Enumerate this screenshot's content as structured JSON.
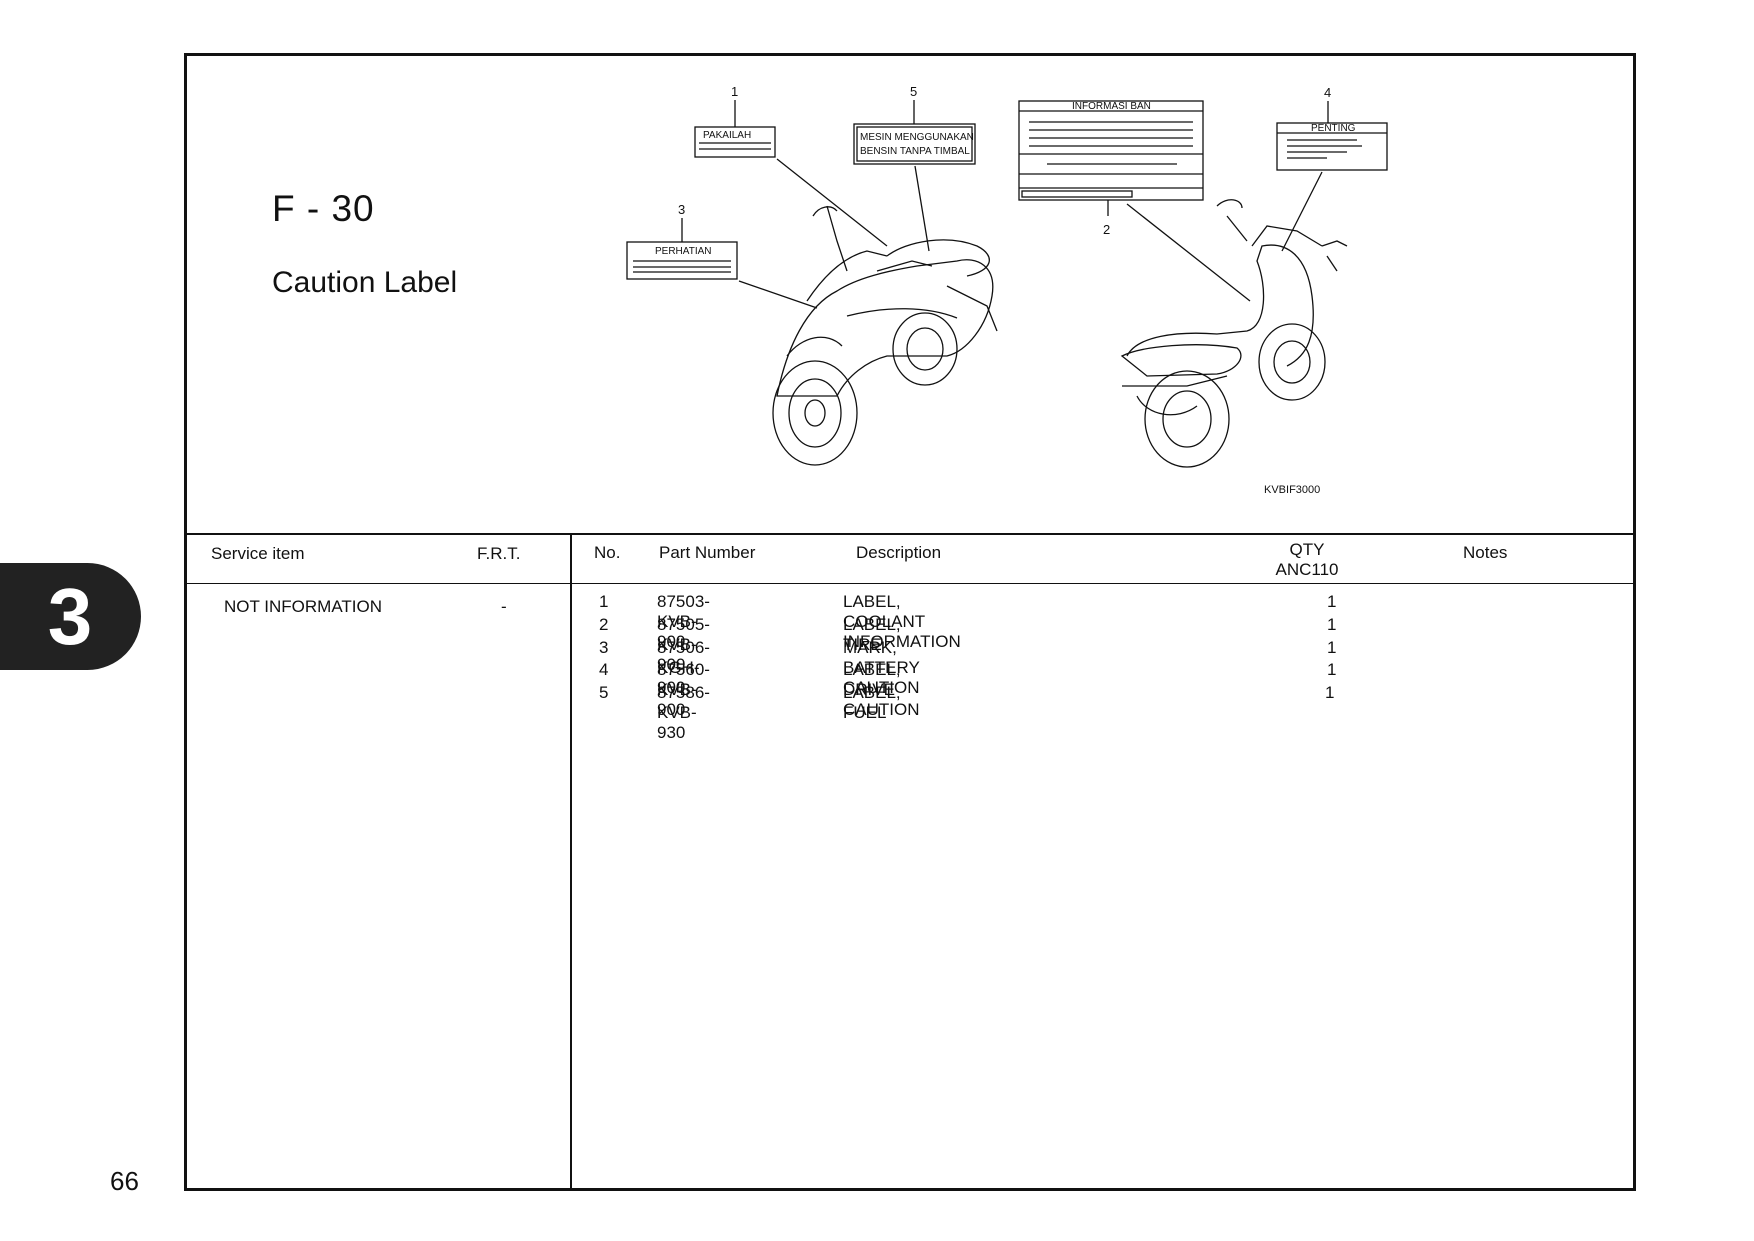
{
  "figure": {
    "code": "F - 30",
    "title": "Caution Label",
    "illustration_code": "KVBIF3000",
    "callouts": [
      "1",
      "2",
      "3",
      "4",
      "5"
    ],
    "label_texts": {
      "l1": "PAKAILAH",
      "l3": "PERHATIAN",
      "l5a": "MESIN MENGGUNAKAN",
      "l5b": "BENSIN TANPA TIMBAL",
      "l2": "INFORMASI BAN",
      "l4": "PENTING"
    }
  },
  "table": {
    "headers": {
      "service_item": "Service item",
      "frt": "F.R.T.",
      "no": "No.",
      "part_number": "Part Number",
      "description": "Description",
      "qty": "QTY",
      "model": "ANC110",
      "notes": "Notes"
    },
    "service": {
      "item": "NOT INFORMATION",
      "frt": "-"
    },
    "rows": [
      {
        "no": "1",
        "part_number": "87503-KVB-900",
        "description": "LABEL, COOLANT INFORMATION",
        "qty": "1",
        "notes": ""
      },
      {
        "no": "2",
        "part_number": "87505-KVB-900",
        "description": "LABEL, TIRE",
        "qty": "1",
        "notes": ""
      },
      {
        "no": "3",
        "part_number": "87506-KGH-900",
        "description": "MARK, BATTERY CAUTION",
        "qty": "1",
        "notes": ""
      },
      {
        "no": "4",
        "part_number": "87560-KVB-900",
        "description": "LABEL, DRIVE CAUTION",
        "qty": "1",
        "notes": ""
      },
      {
        "no": "5",
        "part_number": "87586-KVB-930",
        "description": "LABEL, FUEL",
        "qty": "1",
        "notes": ""
      }
    ]
  },
  "section_tab": "3",
  "page_number": "66"
}
